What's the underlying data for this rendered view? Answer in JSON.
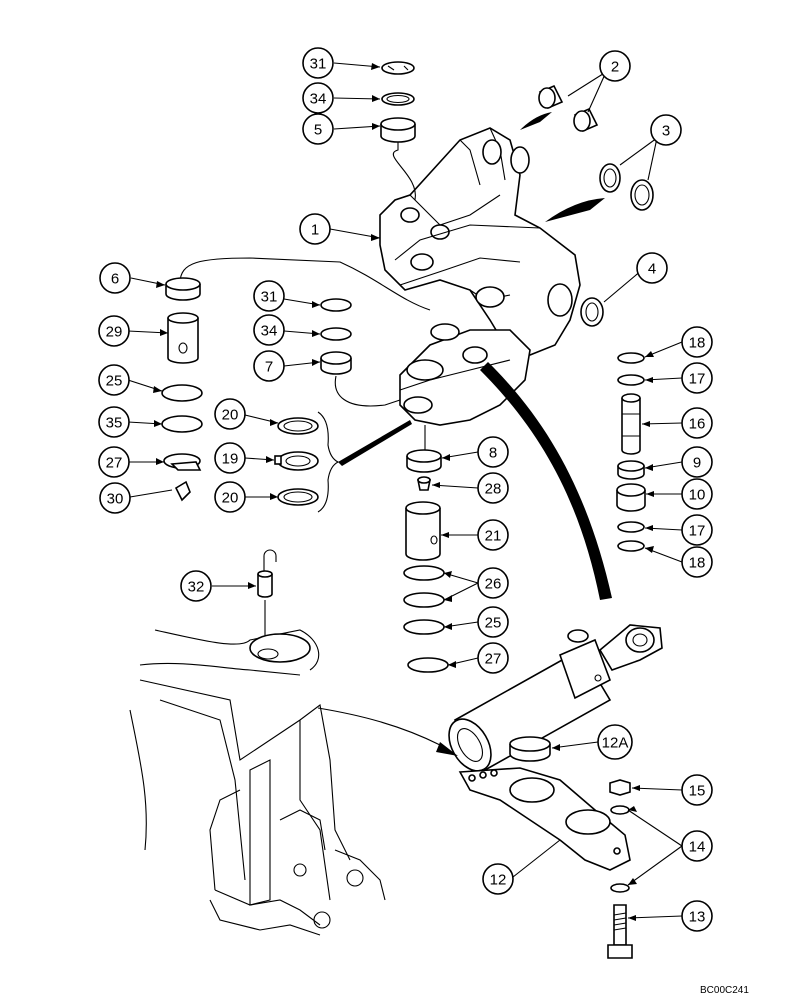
{
  "callouts": [
    {
      "label": "31"
    },
    {
      "label": "34"
    },
    {
      "label": "5"
    },
    {
      "label": "2"
    },
    {
      "label": "3"
    },
    {
      "label": "1"
    },
    {
      "label": "6"
    },
    {
      "label": "4"
    },
    {
      "label": "31"
    },
    {
      "label": "34"
    },
    {
      "label": "29"
    },
    {
      "label": "7"
    },
    {
      "label": "25"
    },
    {
      "label": "35"
    },
    {
      "label": "20"
    },
    {
      "label": "27"
    },
    {
      "label": "19"
    },
    {
      "label": "30"
    },
    {
      "label": "20"
    },
    {
      "label": "18"
    },
    {
      "label": "17"
    },
    {
      "label": "16"
    },
    {
      "label": "9"
    },
    {
      "label": "10"
    },
    {
      "label": "17"
    },
    {
      "label": "18"
    },
    {
      "label": "8"
    },
    {
      "label": "28"
    },
    {
      "label": "21"
    },
    {
      "label": "26"
    },
    {
      "label": "25"
    },
    {
      "label": "27"
    },
    {
      "label": "32"
    },
    {
      "label": "12A"
    },
    {
      "label": "15"
    },
    {
      "label": "14"
    },
    {
      "label": "12"
    },
    {
      "label": "13"
    }
  ],
  "reference_code": "BC00C241"
}
